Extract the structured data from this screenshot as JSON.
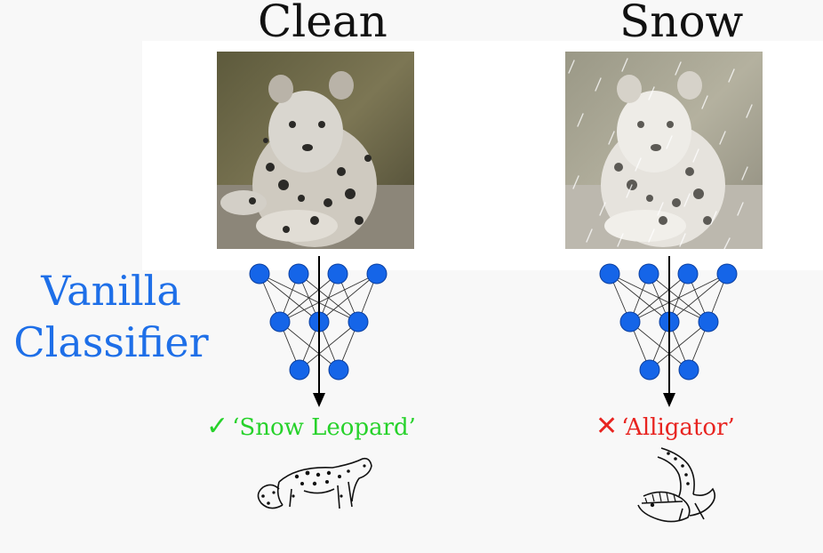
{
  "columns": {
    "clean": {
      "title": "Clean",
      "prediction": "‘Snow Leopard’",
      "correct": true,
      "mark_icon": "check-icon"
    },
    "snow": {
      "title": "Snow",
      "prediction": "‘Alligator’",
      "correct": false,
      "mark_icon": "cross-icon"
    }
  },
  "side_label": {
    "line1": "Vanilla",
    "line2": "Classifier"
  },
  "colors": {
    "accent_blue": "#1e6fe8",
    "correct_green": "#27d22b",
    "wrong_red": "#e82420"
  }
}
